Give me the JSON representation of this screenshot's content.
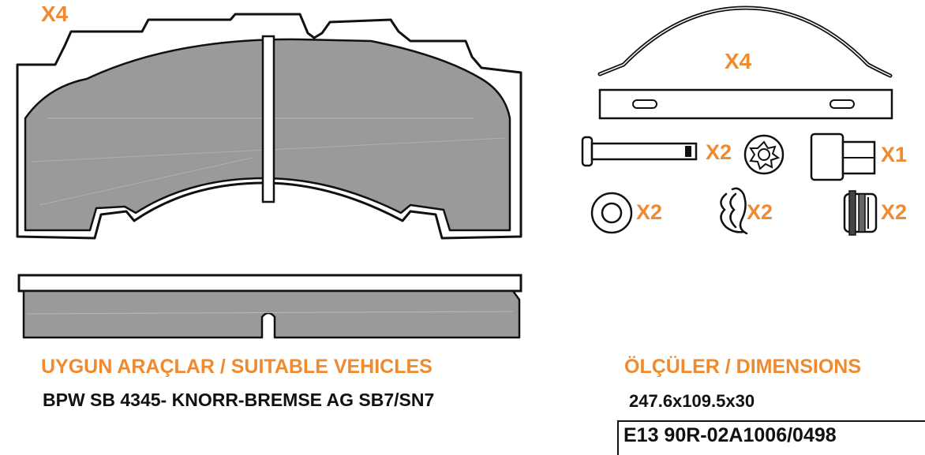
{
  "quantities": {
    "brake_pads": "X4",
    "springs": "X4",
    "pins": "X2",
    "wear_sensor": "X1",
    "washers": "X2",
    "clips": "X2",
    "bushings": "X2"
  },
  "vehicles": {
    "heading": "UYGUN ARAÇLAR / SUITABLE VEHICLES",
    "value": "BPW SB 4345- KNORR-BREMSE AG SB7/SN7"
  },
  "dimensions": {
    "heading": "ÖLÇÜLER / DIMENSIONS",
    "value": "247.6x109.5x30"
  },
  "approval": {
    "value": "E13 90R-02A1006/0498"
  },
  "colors": {
    "accent": "#f08a2e",
    "pad_fill": "#9a9a9a",
    "outline": "#111111"
  }
}
